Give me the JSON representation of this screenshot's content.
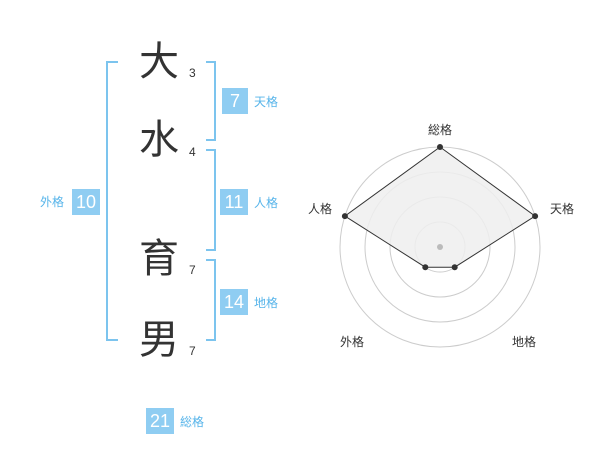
{
  "name": {
    "characters": [
      {
        "char": "大",
        "strokes": "3"
      },
      {
        "char": "水",
        "strokes": "4"
      },
      {
        "char": "育",
        "strokes": "7"
      },
      {
        "char": "男",
        "strokes": "7"
      }
    ]
  },
  "fortunes": {
    "tenkaku": {
      "value": "7",
      "label": "天格"
    },
    "jinkaku": {
      "value": "11",
      "label": "人格"
    },
    "chikaku": {
      "value": "14",
      "label": "地格"
    },
    "gaikaku": {
      "value": "10",
      "label": "外格"
    },
    "soukaku": {
      "value": "21",
      "label": "総格"
    }
  },
  "radar": {
    "axes": [
      "総格",
      "天格",
      "地格",
      "外格",
      "人格"
    ],
    "levels": 4,
    "max": 4,
    "values": [
      4,
      4,
      1,
      1,
      4
    ],
    "colors": {
      "fill": "#eeeeee",
      "line": "#333333",
      "grid": "#cccccc",
      "center": "#bbbbbb"
    }
  }
}
